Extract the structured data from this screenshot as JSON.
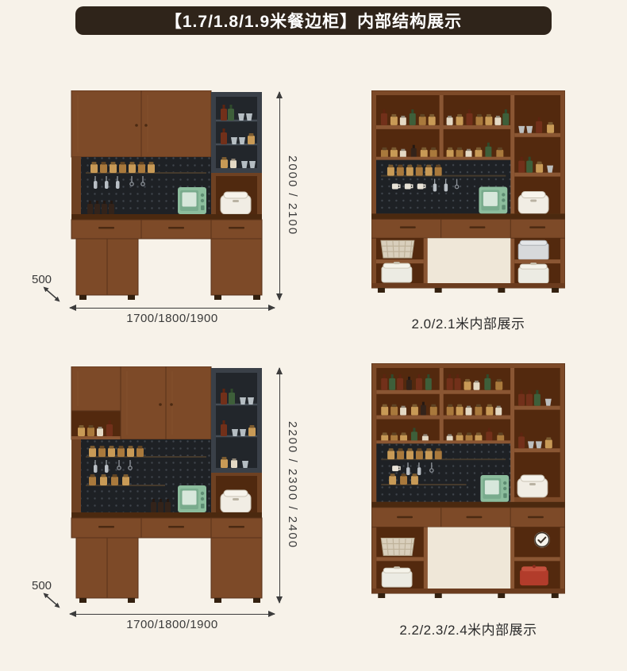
{
  "page": {
    "background": "#f7f2e9"
  },
  "header": {
    "title": "【1.7/1.8/1.9米餐边柜】内部结构展示",
    "background": "#2f241a",
    "text_color": "#ffffff"
  },
  "panels": [
    {
      "height_label": "2000 / 2100",
      "width_label": "1700/1800/1900",
      "depth_label": "500"
    },
    {
      "caption": "2.0/2.1米内部展示"
    },
    {
      "height_label": "2200 / 2300 / 2400",
      "width_label": "1700/1800/1900",
      "depth_label": "500"
    },
    {
      "caption": "2.2/2.3/2.4米内部展示"
    }
  ],
  "colors": {
    "wood": "#7d4a28",
    "wood_dark": "#59331a",
    "display_frame": "#3a4048",
    "pegboard": "#1e2125",
    "appliance_green": "#8cbd9d",
    "dimension_line": "#3c3c3c"
  }
}
